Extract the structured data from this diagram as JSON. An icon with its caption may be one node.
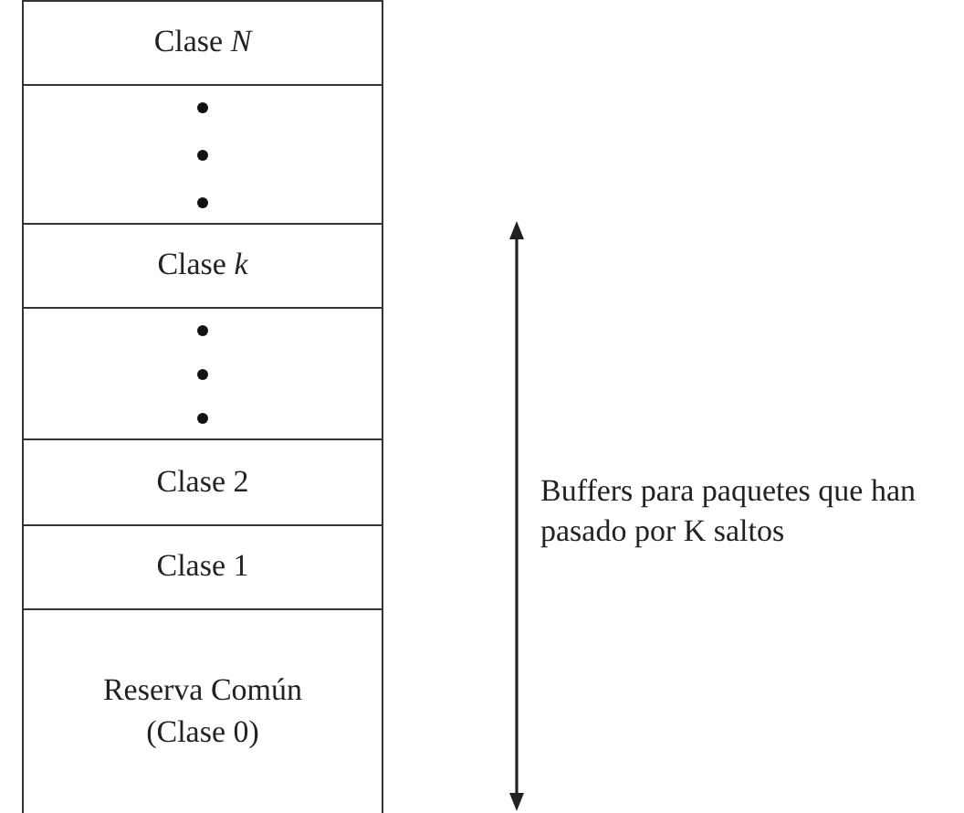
{
  "diagram": {
    "nodes": [
      {
        "text": [
          "Clase *N*"
        ]
      },
      {
        "text": [],
        "shape": "box"
      },
      {
        "text": [
          "Clase *k*"
        ]
      },
      {
        "text": [],
        "shape": "box"
      },
      {
        "text": [
          "Clase 2"
        ]
      },
      {
        "text": [
          "Clase 1"
        ]
      },
      {
        "text": [
          "Reserva Común (Clase 0)"
        ]
      }
    ],
    "edges": [],
    "labels": [
      "Buffers para paquetes que han pasado por K saltos"
    ]
  }
}
